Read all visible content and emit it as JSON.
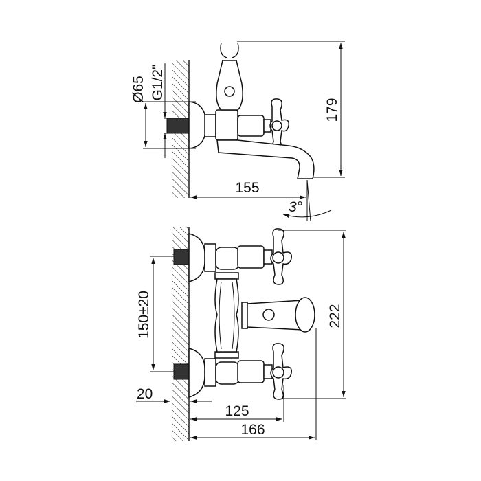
{
  "drawing": {
    "side_view": {
      "flange_diameter": "Ø65",
      "thread_size": "G1/2\"",
      "height": "179",
      "projection": "155",
      "spout_angle": "3°"
    },
    "front_view": {
      "inlet_spacing": "150±20",
      "height": "222",
      "wall_offset": "20",
      "handle_projection": "125",
      "spout_projection": "166"
    }
  }
}
